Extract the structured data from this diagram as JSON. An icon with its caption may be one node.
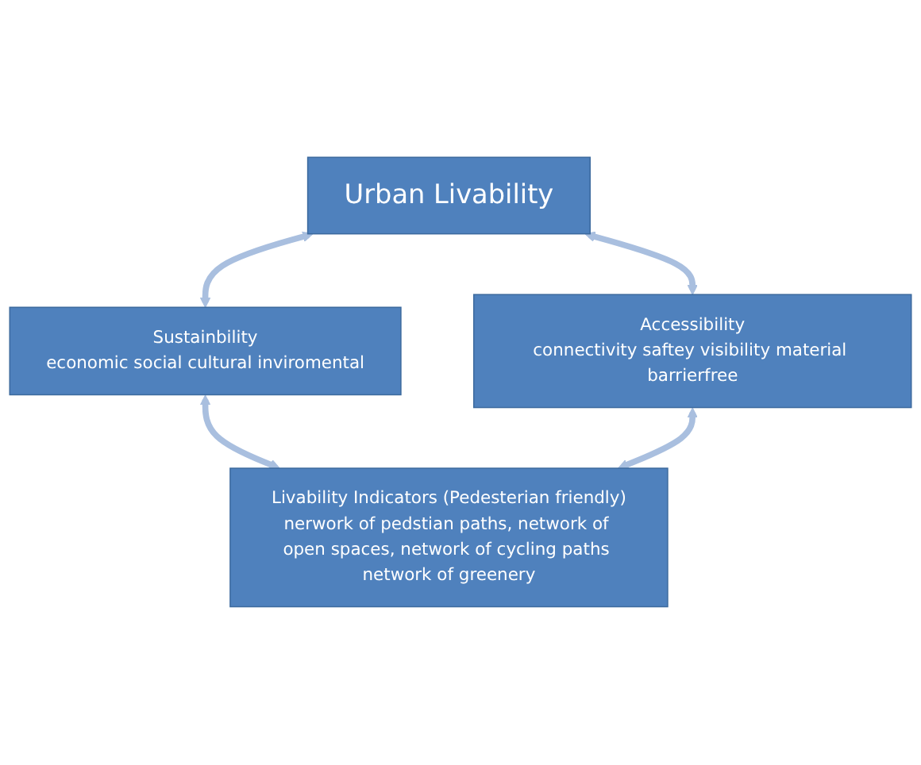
{
  "diagram": {
    "nodes": [
      {
        "text": [
          "Urban Livability"
        ]
      },
      {
        "text": [
          "Sustainbility",
          "economic social cultural inviromental"
        ]
      },
      {
        "text": [
          "Accessibility",
          "connectivity saftey visibility material barrierfree"
        ]
      },
      {
        "text": [
          "Livability Indicators (Pedesterian friendly)",
          "nerwork of pedstian paths, network of open spaces, network of cycling paths network of greenery"
        ]
      }
    ],
    "edges": [
      {
        "from": 0,
        "to": 1,
        "arrow": "both"
      },
      {
        "from": 0,
        "to": 2,
        "arrow": "both"
      },
      {
        "from": 1,
        "to": 3,
        "arrow": "both"
      },
      {
        "from": 2,
        "to": 3,
        "arrow": "both"
      }
    ]
  }
}
